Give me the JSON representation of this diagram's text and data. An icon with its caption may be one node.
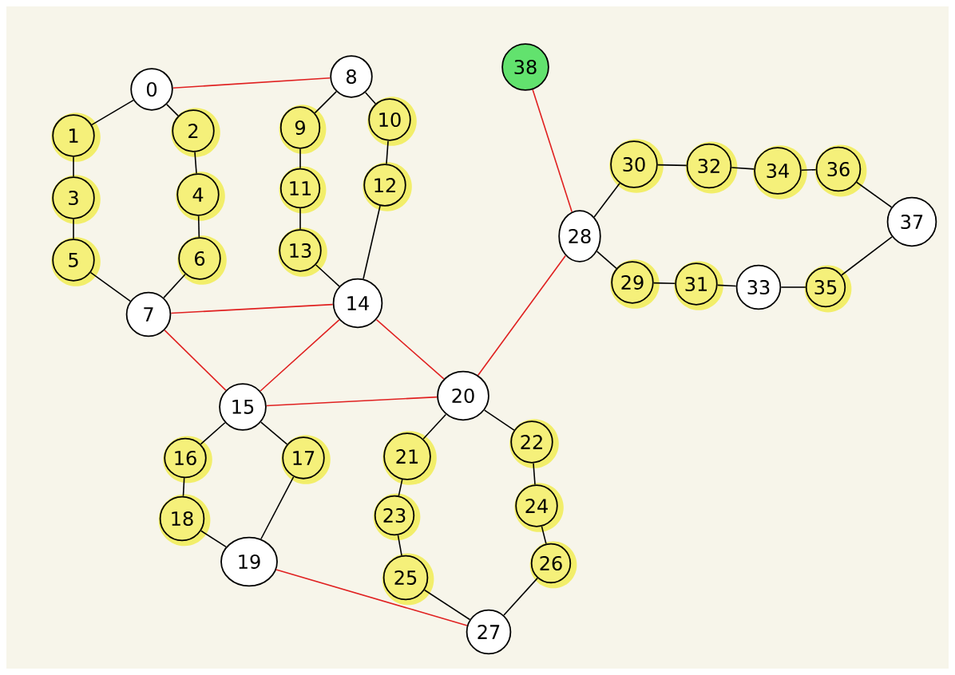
{
  "diagram": {
    "nodes": [
      {
        "text": [
          "0"
        ]
      },
      {
        "text": [
          "1"
        ]
      },
      {
        "text": [
          "2"
        ]
      },
      {
        "text": [
          "3"
        ]
      },
      {
        "text": [
          "4"
        ]
      },
      {
        "text": [
          "5"
        ]
      },
      {
        "text": [
          "6"
        ]
      },
      {
        "text": [
          "7"
        ]
      },
      {
        "text": [
          "8"
        ]
      },
      {
        "text": [
          "9"
        ]
      },
      {
        "text": [
          "10"
        ]
      },
      {
        "text": [
          "11"
        ]
      },
      {
        "text": [
          "12"
        ]
      },
      {
        "text": [
          "13"
        ]
      },
      {
        "text": [
          "14"
        ]
      },
      {
        "text": [
          "15"
        ]
      },
      {
        "text": [
          "16"
        ]
      },
      {
        "text": [
          "17"
        ]
      },
      {
        "text": [
          "18"
        ]
      },
      {
        "text": [
          "19"
        ]
      },
      {
        "text": [
          "20"
        ]
      },
      {
        "text": [
          "21"
        ]
      },
      {
        "text": [
          "22"
        ]
      },
      {
        "text": [
          "23"
        ]
      },
      {
        "text": [
          "24"
        ]
      },
      {
        "text": [
          "25"
        ]
      },
      {
        "text": [
          "26"
        ]
      },
      {
        "text": [
          "27"
        ]
      },
      {
        "text": [
          "28"
        ]
      },
      {
        "text": [
          "29"
        ]
      },
      {
        "text": [
          "30"
        ]
      },
      {
        "text": [
          "31"
        ]
      },
      {
        "text": [
          "32"
        ]
      },
      {
        "text": [
          "33"
        ]
      },
      {
        "text": [
          "34"
        ]
      },
      {
        "text": [
          "35"
        ]
      },
      {
        "text": [
          "36"
        ]
      },
      {
        "text": [
          "37"
        ]
      },
      {
        "text": [
          "38"
        ]
      }
    ],
    "edges": [
      {
        "from": 0,
        "to": 1,
        "arrow": "none"
      },
      {
        "from": 0,
        "to": 2,
        "arrow": "none"
      },
      {
        "from": 1,
        "to": 3,
        "arrow": "none"
      },
      {
        "from": 3,
        "to": 5,
        "arrow": "none"
      },
      {
        "from": 5,
        "to": 7,
        "arrow": "none"
      },
      {
        "from": 2,
        "to": 4,
        "arrow": "none"
      },
      {
        "from": 4,
        "to": 6,
        "arrow": "none"
      },
      {
        "from": 6,
        "to": 7,
        "arrow": "none"
      },
      {
        "from": 8,
        "to": 9,
        "arrow": "none"
      },
      {
        "from": 8,
        "to": 10,
        "arrow": "none"
      },
      {
        "from": 9,
        "to": 11,
        "arrow": "none"
      },
      {
        "from": 11,
        "to": 13,
        "arrow": "none"
      },
      {
        "from": 13,
        "to": 14,
        "arrow": "none"
      },
      {
        "from": 10,
        "to": 12,
        "arrow": "none"
      },
      {
        "from": 12,
        "to": 14,
        "arrow": "none"
      },
      {
        "from": 15,
        "to": 16,
        "arrow": "none"
      },
      {
        "from": 15,
        "to": 17,
        "arrow": "none"
      },
      {
        "from": 16,
        "to": 18,
        "arrow": "none"
      },
      {
        "from": 18,
        "to": 19,
        "arrow": "none"
      },
      {
        "from": 17,
        "to": 19,
        "arrow": "none"
      },
      {
        "from": 20,
        "to": 21,
        "arrow": "none"
      },
      {
        "from": 20,
        "to": 22,
        "arrow": "none"
      },
      {
        "from": 21,
        "to": 23,
        "arrow": "none"
      },
      {
        "from": 23,
        "to": 25,
        "arrow": "none"
      },
      {
        "from": 25,
        "to": 27,
        "arrow": "none"
      },
      {
        "from": 22,
        "to": 24,
        "arrow": "none"
      },
      {
        "from": 24,
        "to": 26,
        "arrow": "none"
      },
      {
        "from": 26,
        "to": 27,
        "arrow": "none"
      },
      {
        "from": 28,
        "to": 30,
        "arrow": "none"
      },
      {
        "from": 28,
        "to": 29,
        "arrow": "none"
      },
      {
        "from": 30,
        "to": 32,
        "arrow": "none"
      },
      {
        "from": 32,
        "to": 34,
        "arrow": "none"
      },
      {
        "from": 34,
        "to": 36,
        "arrow": "none"
      },
      {
        "from": 36,
        "to": 37,
        "arrow": "none"
      },
      {
        "from": 29,
        "to": 31,
        "arrow": "none"
      },
      {
        "from": 31,
        "to": 33,
        "arrow": "none"
      },
      {
        "from": 33,
        "to": 35,
        "arrow": "none"
      },
      {
        "from": 35,
        "to": 37,
        "arrow": "none"
      },
      {
        "from": 0,
        "to": 8,
        "arrow": "none",
        "color": "#e02020"
      },
      {
        "from": 7,
        "to": 14,
        "arrow": "none",
        "color": "#e02020"
      },
      {
        "from": 7,
        "to": 15,
        "arrow": "none",
        "color": "#e02020"
      },
      {
        "from": 14,
        "to": 15,
        "arrow": "none",
        "color": "#e02020"
      },
      {
        "from": 14,
        "to": 20,
        "arrow": "none",
        "color": "#e02020"
      },
      {
        "from": 15,
        "to": 20,
        "arrow": "none",
        "color": "#e02020"
      },
      {
        "from": 19,
        "to": 27,
        "arrow": "none",
        "color": "#e02020"
      },
      {
        "from": 20,
        "to": 28,
        "arrow": "none",
        "color": "#e02020"
      },
      {
        "from": 38,
        "to": 28,
        "arrow": "none",
        "color": "#e02020"
      }
    ]
  }
}
